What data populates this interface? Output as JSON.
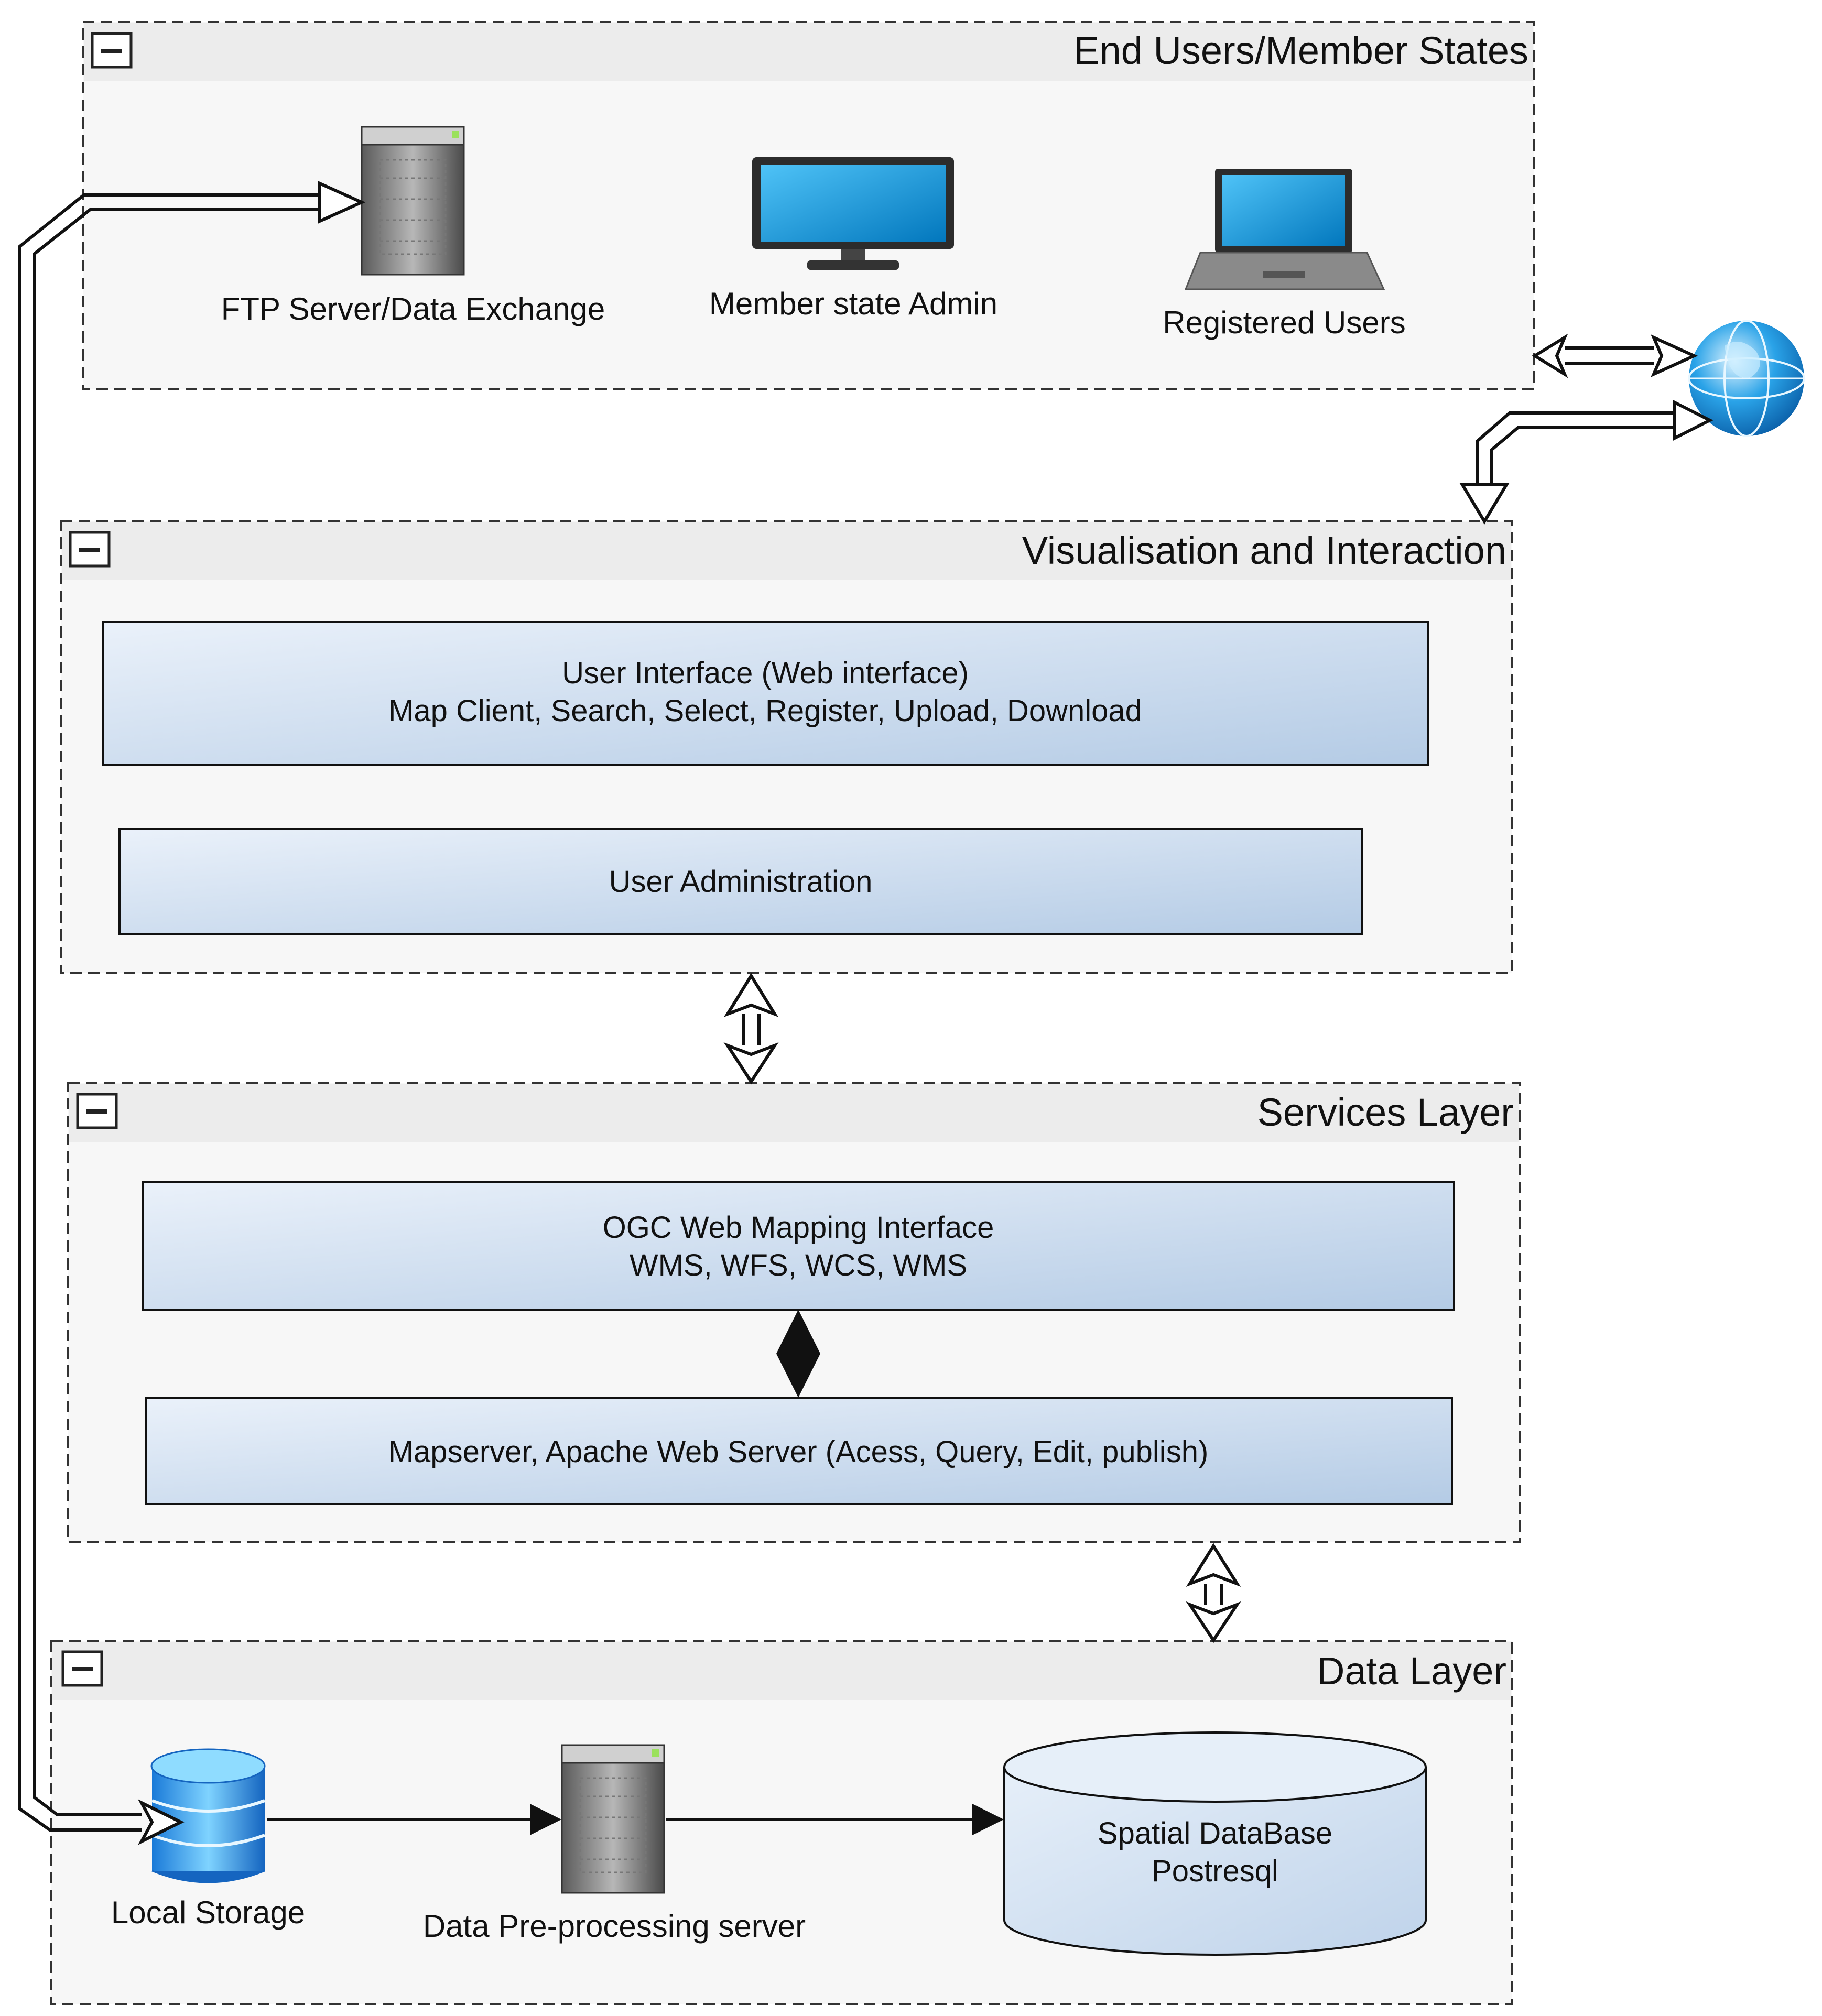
{
  "layers": {
    "end_users": {
      "title": "End Users/Member States"
    },
    "visualisation": {
      "title": "Visualisation and Interaction"
    },
    "services": {
      "title": "Services Layer"
    },
    "data": {
      "title": "Data Layer"
    }
  },
  "end_users": {
    "ftp_label": "FTP Server/Data Exchange",
    "admin_label": "Member state Admin",
    "users_label": "Registered Users"
  },
  "visualisation": {
    "ui_line1": "User Interface (Web interface)",
    "ui_line2": "Map Client, Search, Select, Register, Upload, Download",
    "admin_box": "User Administration"
  },
  "services": {
    "ogc_line1": "OGC Web Mapping Interface",
    "ogc_line2": "WMS, WFS, WCS, WMS",
    "mapserver_box": "Mapserver, Apache Web Server (Acess, Query, Edit, publish)"
  },
  "data": {
    "local_storage_label": "Local Storage",
    "preprocessing_label": "Data Pre-processing server",
    "db_line1": "Spatial DataBase",
    "db_line2": "Postresql"
  },
  "icons": {
    "collapse": "collapse-minus-icon",
    "server": "server-tower-icon",
    "monitor": "desktop-monitor-icon",
    "laptop": "laptop-icon",
    "globe": "globe-icon",
    "database": "database-stack-icon"
  },
  "colors": {
    "box_gradient_start": "#eaf1fa",
    "box_gradient_end": "#b4cbe5",
    "layer_header": "#ececec",
    "layer_body": "#f7f7f7"
  }
}
